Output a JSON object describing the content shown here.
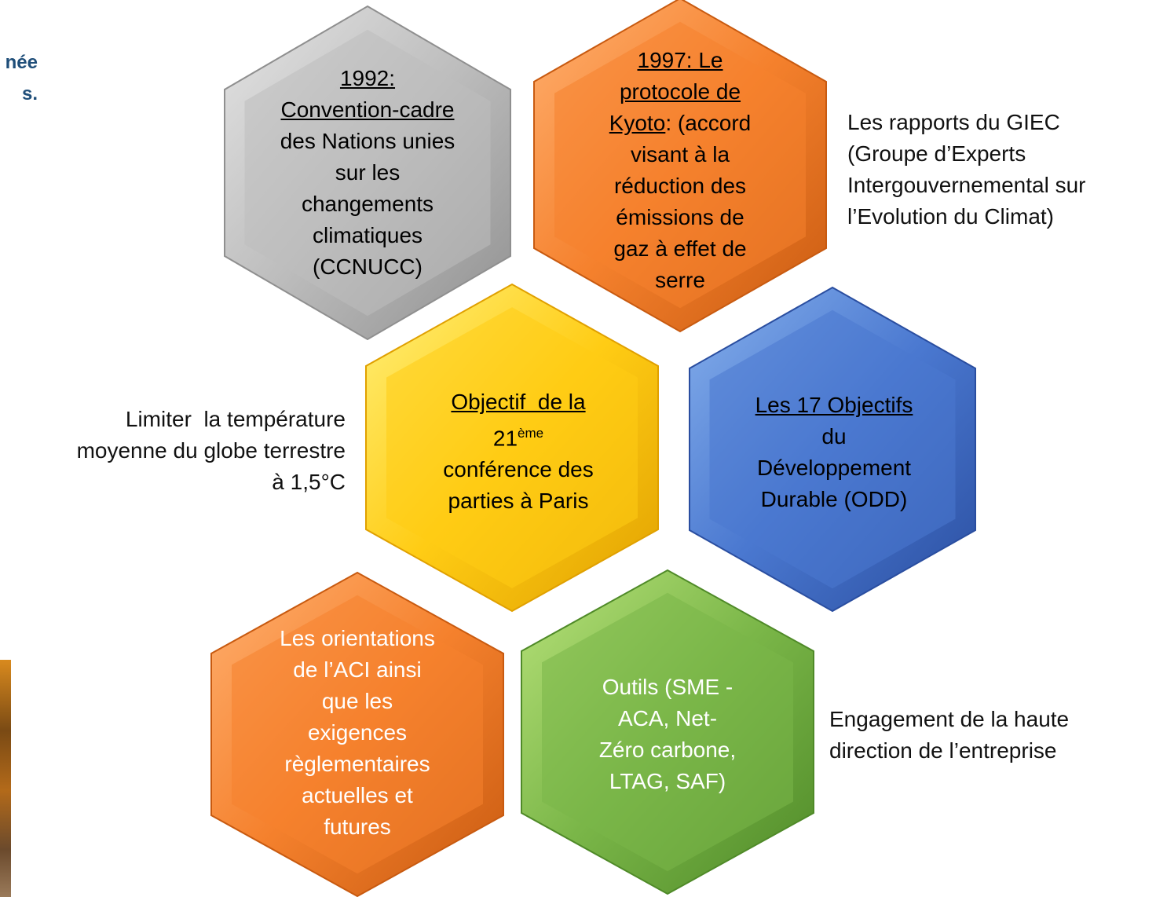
{
  "corner_text": [
    "née",
    "s."
  ],
  "hexagons": [
    {
      "id": "convention",
      "color": "gray",
      "text_color": "#000000",
      "underlined": [
        "1992:",
        "Convention-cadre"
      ],
      "lines": [
        "des Nations unies",
        "sur les",
        "changements",
        "climatiques",
        "(CCNUCC)"
      ]
    },
    {
      "id": "kyoto",
      "color": "orange",
      "text_color": "#000000",
      "underlined": [
        "1997: Le",
        "protocole de"
      ],
      "line_mixed": {
        "u": "Kyoto",
        "rest": ": (accord"
      },
      "lines": [
        "visant à la",
        "réduction des",
        "émissions de",
        "gaz à effet de",
        "serre"
      ]
    },
    {
      "id": "paris",
      "color": "yellow",
      "text_color": "#000000",
      "underlined": [
        "Objectif  de la"
      ],
      "ordinal": {
        "num": "21",
        "sup": "ème"
      },
      "lines": [
        "conférence des",
        "parties à Paris"
      ]
    },
    {
      "id": "odd",
      "color": "blue",
      "text_color": "#000000",
      "underlined": [
        "Les 17 Objectifs"
      ],
      "lines": [
        "du",
        "Développement",
        "Durable (ODD)"
      ]
    },
    {
      "id": "aci",
      "color": "orange",
      "text_color": "#ffffff",
      "underlined": [],
      "lines": [
        "Les orientations",
        "de l’ACI ainsi",
        "que les",
        "exigences",
        "règlementaires",
        "actuelles et",
        "futures"
      ]
    },
    {
      "id": "outils",
      "color": "green",
      "text_color": "#ffffff",
      "underlined": [],
      "lines": [
        "Outils (SME -",
        "ACA, Net-",
        "Zéro carbone,",
        "LTAG, SAF)"
      ]
    }
  ],
  "side_texts": {
    "giec": [
      "Les rapports du GIEC",
      "(Groupe d’Experts",
      "Intergouvernemental sur",
      "l’Evolution du Climat)"
    ],
    "temperature": [
      "Limiter  la température",
      "moyenne du globe terrestre",
      "à 1,5°C"
    ],
    "engagement": [
      "Engagement de la haute",
      "direction de l’entreprise"
    ]
  },
  "colors": {
    "gray": [
      "#e4e4e4",
      "#bdbdbd",
      "#8f8f8f"
    ],
    "orange": [
      "#ffb070",
      "#f5812d",
      "#c85a10"
    ],
    "yellow": [
      "#fff07a",
      "#ffcc14",
      "#e0a000"
    ],
    "blue": [
      "#86b0ec",
      "#4a78d0",
      "#2a4ea0"
    ],
    "green": [
      "#b8e27a",
      "#7ab648",
      "#4f8a28"
    ]
  }
}
